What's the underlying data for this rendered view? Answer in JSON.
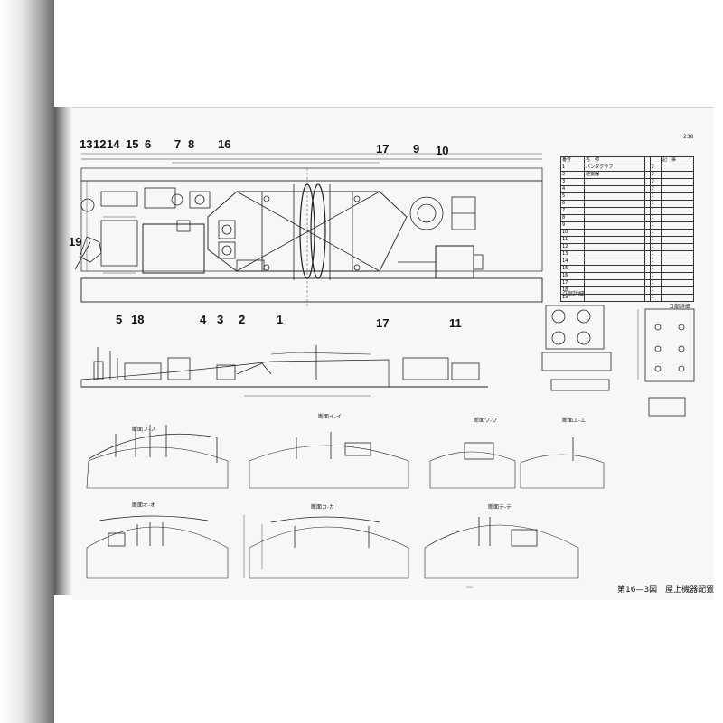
{
  "page_number": "238",
  "caption": "第16—3図　屋上機器配置",
  "center_footer": "nnn",
  "callouts": {
    "n13": "13",
    "n12": "12",
    "n14": "14",
    "n15": "15",
    "n6": "6",
    "n7": "7",
    "n8": "8",
    "n16": "16",
    "n17a": "17",
    "n9": "9",
    "n10": "10",
    "n19": "19",
    "n5": "5",
    "n18": "18",
    "n4": "4",
    "n3": "3",
    "n2": "2",
    "n1": "1",
    "n17b": "17",
    "n11": "11"
  },
  "section_labels": {
    "detail_a": "ク部詳細",
    "detail_b": "コ部詳細",
    "sec_ff": "断面フ-フ",
    "sec_ii": "断面イ-イ",
    "sec_ww": "断面ワ-ワ",
    "sec_ee": "断面エ-エ",
    "sec_oo": "断面オ-オ",
    "sec_kk": "断面カ-カ",
    "sec_tt": "断面テ-テ"
  },
  "table": {
    "headers": [
      "番号",
      "名　称",
      "",
      "",
      "記　事"
    ],
    "rows": [
      [
        "1",
        "パンタグラフ",
        "",
        "2",
        ""
      ],
      [
        "2",
        "避雷器",
        "",
        "2",
        ""
      ],
      [
        "3",
        "",
        "",
        "2",
        ""
      ],
      [
        "4",
        "",
        "",
        "2",
        ""
      ],
      [
        "5",
        "",
        "",
        "1",
        ""
      ],
      [
        "6",
        "",
        "",
        "1",
        ""
      ],
      [
        "7",
        "",
        "",
        "1",
        ""
      ],
      [
        "8",
        "",
        "",
        "1",
        ""
      ],
      [
        "9",
        "",
        "",
        "1",
        ""
      ],
      [
        "10",
        "",
        "",
        "1",
        ""
      ],
      [
        "11",
        "",
        "",
        "1",
        ""
      ],
      [
        "12",
        "",
        "",
        "1",
        ""
      ],
      [
        "13",
        "",
        "",
        "1",
        ""
      ],
      [
        "14",
        "",
        "",
        "1",
        ""
      ],
      [
        "15",
        "",
        "",
        "1",
        ""
      ],
      [
        "16",
        "",
        "",
        "1",
        ""
      ],
      [
        "17",
        "",
        "",
        "1",
        ""
      ],
      [
        "18",
        "",
        "",
        "1",
        ""
      ],
      [
        "19",
        "",
        "",
        "1",
        ""
      ]
    ]
  }
}
